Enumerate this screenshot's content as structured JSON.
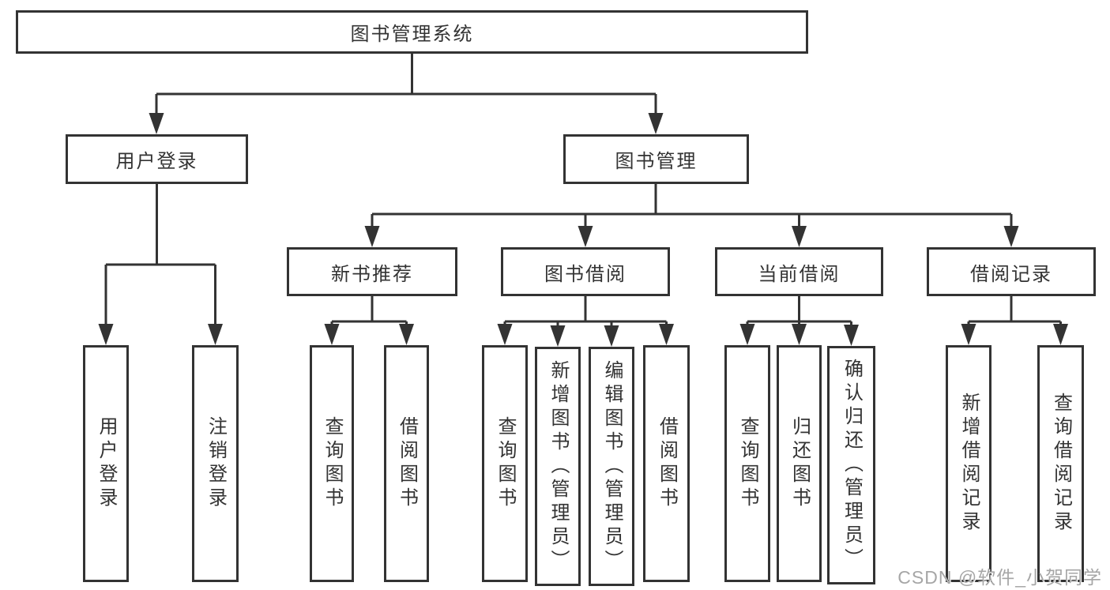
{
  "tree": {
    "root": {
      "label": "图书管理系统"
    },
    "branches": [
      {
        "label": "用户登录",
        "children": [
          {
            "label": "用户登录"
          },
          {
            "label": "注销登录"
          }
        ]
      },
      {
        "label": "图书管理",
        "children": [
          {
            "label": "新书推荐",
            "children": [
              {
                "label": "查询图书"
              },
              {
                "label": "借阅图书"
              }
            ]
          },
          {
            "label": "图书借阅",
            "children": [
              {
                "label": "查询图书"
              },
              {
                "label": "新增图书（管理员）"
              },
              {
                "label": "编辑图书（管理员）"
              },
              {
                "label": "借阅图书"
              }
            ]
          },
          {
            "label": "当前借阅",
            "children": [
              {
                "label": "查询图书"
              },
              {
                "label": "归还图书"
              },
              {
                "label": "确认归还（管理员）"
              }
            ]
          },
          {
            "label": "借阅记录",
            "children": [
              {
                "label": "新增借阅记录"
              },
              {
                "label": "查询借阅记录"
              }
            ]
          }
        ]
      }
    ]
  },
  "watermark": {
    "text": "CSDN @软件_小贺同学"
  },
  "colors": {
    "line": "#333333",
    "box_border": "#333333",
    "box_fill": "#ffffff",
    "text": "#333333",
    "watermark": "#a6a6a6",
    "background": "#ffffff"
  }
}
